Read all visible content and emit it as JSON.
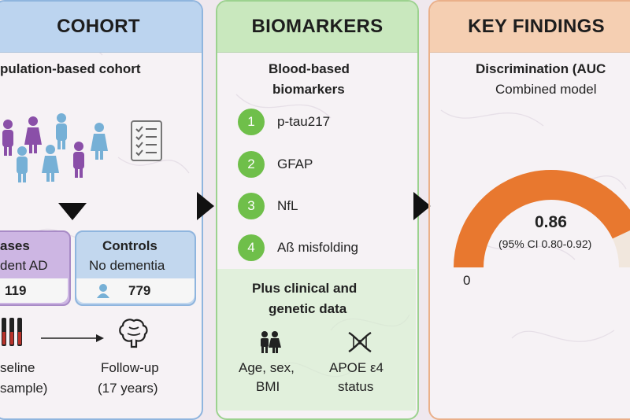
{
  "cohort": {
    "header": "COHORT",
    "subtitle": "pulation-based cohort",
    "cases": {
      "title": "ases",
      "subtitle": "dent AD",
      "count": "119"
    },
    "controls": {
      "title": "Controls",
      "subtitle": "No dementia",
      "count": "779"
    },
    "baseline": {
      "line1": "seline",
      "line2": "sample)"
    },
    "followup": {
      "line1": "Follow-up",
      "line2": "(17 years)"
    }
  },
  "biomarkers": {
    "header": "BIOMARKERS",
    "title_line1": "Blood-based",
    "title_line2": "biomarkers",
    "items": [
      {
        "num": "1",
        "label": "p-tau217"
      },
      {
        "num": "2",
        "label": "GFAP"
      },
      {
        "num": "3",
        "label": "NfL"
      },
      {
        "num": "4",
        "label": "Aß misfolding"
      }
    ],
    "clinical_title_line1": "Plus clinical and",
    "clinical_title_line2": "genetic data",
    "demographics": {
      "line1": "Age, sex,",
      "line2": "BMI"
    },
    "apoe": {
      "line1": "APOE ε4",
      "line2": "status"
    }
  },
  "findings": {
    "header": "KEY FINDINGS",
    "title": "Discrimination (AUC",
    "subtitle": "Combined model",
    "auc_value": "0.86",
    "ci": "(95% CI 0.80-0.92)",
    "gauge_min": "0",
    "auc_fraction": 0.86
  },
  "colors": {
    "cohort_accent": "#8fb5de",
    "biomarker_accent": "#6fbf4a",
    "findings_accent": "#e8782f",
    "cases_color": "#c9b3e0",
    "controls_color": "#bcd4ef"
  }
}
